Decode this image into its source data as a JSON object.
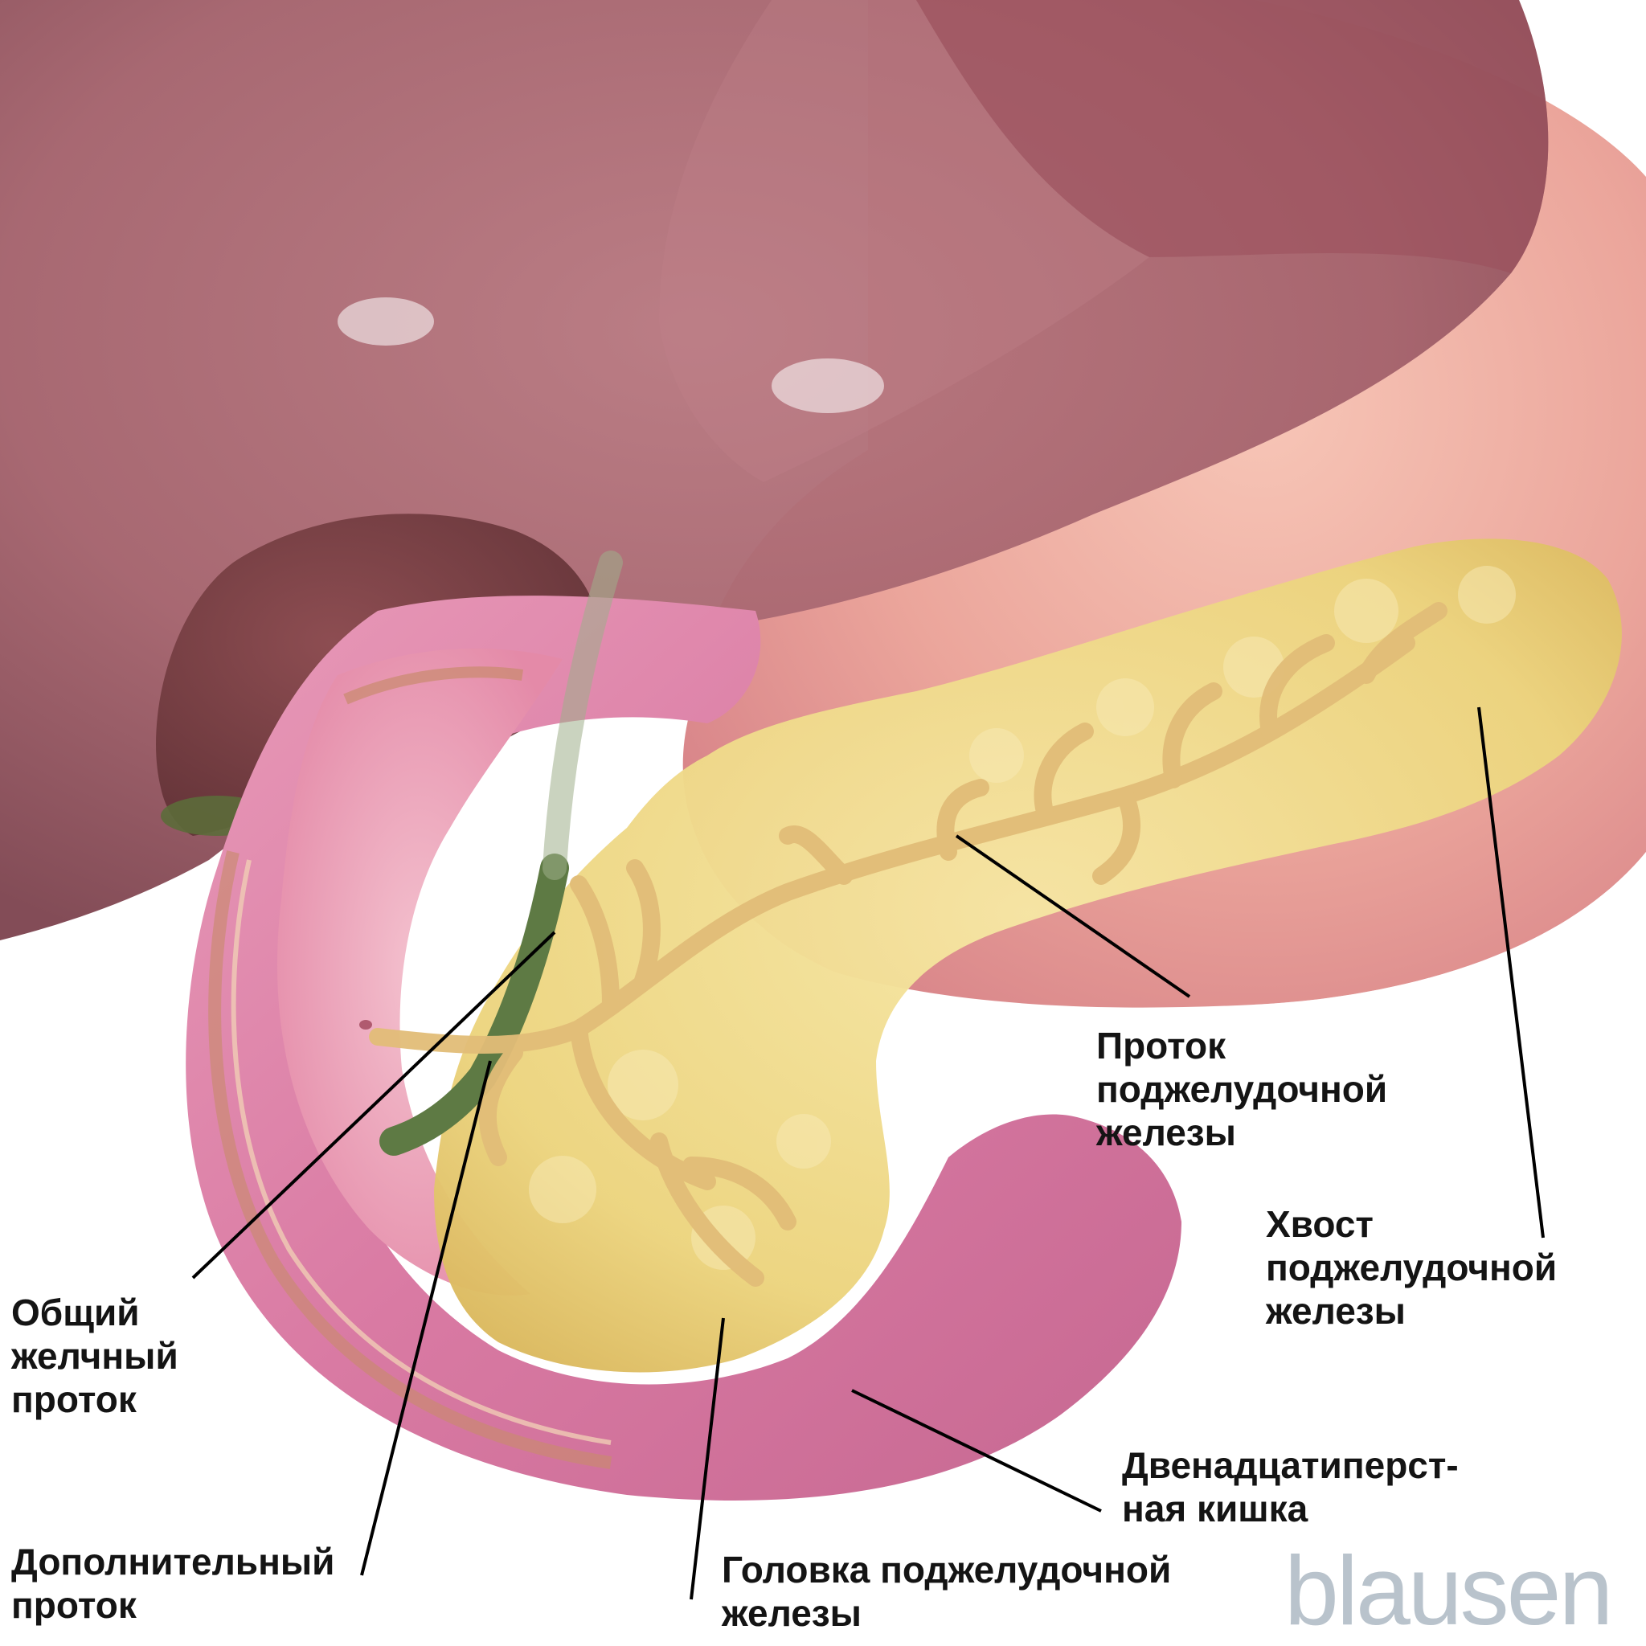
{
  "labels": {
    "pancreatic_duct": [
      "Проток",
      "поджелудочной",
      "железы"
    ],
    "pancreas_tail": [
      "Хвост",
      "поджелудочной",
      "железы"
    ],
    "common_bile_duct": [
      "Общий",
      "желчный",
      "проток"
    ],
    "duodenum": [
      "Двенадцатиперст-",
      "ная кишка"
    ],
    "accessory_duct": [
      "Дополнительный",
      "проток"
    ],
    "pancreas_head": [
      "Головка поджелудочной",
      "железы"
    ]
  },
  "logo": "blausen",
  "colors": {
    "liver": "#a8666f",
    "stomach": "#e7a39a",
    "duodenum": "#d87fa5",
    "pancreas": "#eed783",
    "pancreatic_duct": "#f3d6a4",
    "bile_duct": "#5e7a44",
    "leader_line": "#000000"
  }
}
